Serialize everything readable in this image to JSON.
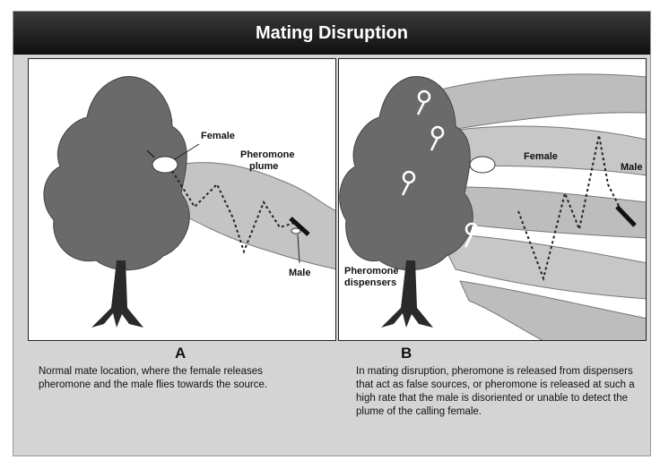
{
  "title": "Mating Disruption",
  "panel_a": {
    "letter": "A",
    "labels": {
      "female": "Female",
      "plume": "Pheromone\nplume",
      "male": "Male"
    },
    "caption": "Normal mate location, where the female releases pheromone and the male flies towards the source."
  },
  "panel_b": {
    "letter": "B",
    "labels": {
      "female": "Female",
      "male": "Male",
      "dispensers": "Pheromone\ndispensers"
    },
    "caption": "In mating disruption, pheromone is released from dispensers that act as false sources, or pheromone is released at such a high rate that the male is disoriented or unable to detect the plume of the calling female."
  }
}
